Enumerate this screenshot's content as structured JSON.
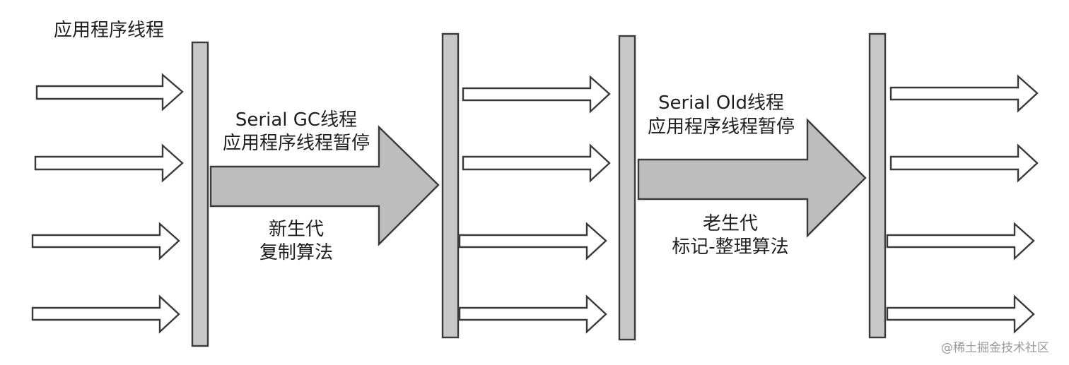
{
  "title": "应用程序线程",
  "phase1": {
    "gc_thread": "Serial GC线程",
    "pause_note": "应用程序线程暂停",
    "generation": "新生代",
    "algorithm": "复制算法"
  },
  "phase2": {
    "gc_thread": "Serial Old线程",
    "pause_note": "应用程序线程暂停",
    "generation": "老生代",
    "algorithm": "标记-整理算法"
  },
  "watermark": "@稀土掘金技术社区",
  "colors": {
    "outline": "#3a3a3a",
    "bar_fill": "#c8c8c8",
    "gc_arrow_fill": "#bdbdbd",
    "thread_arrow_fill": "#ffffff"
  }
}
